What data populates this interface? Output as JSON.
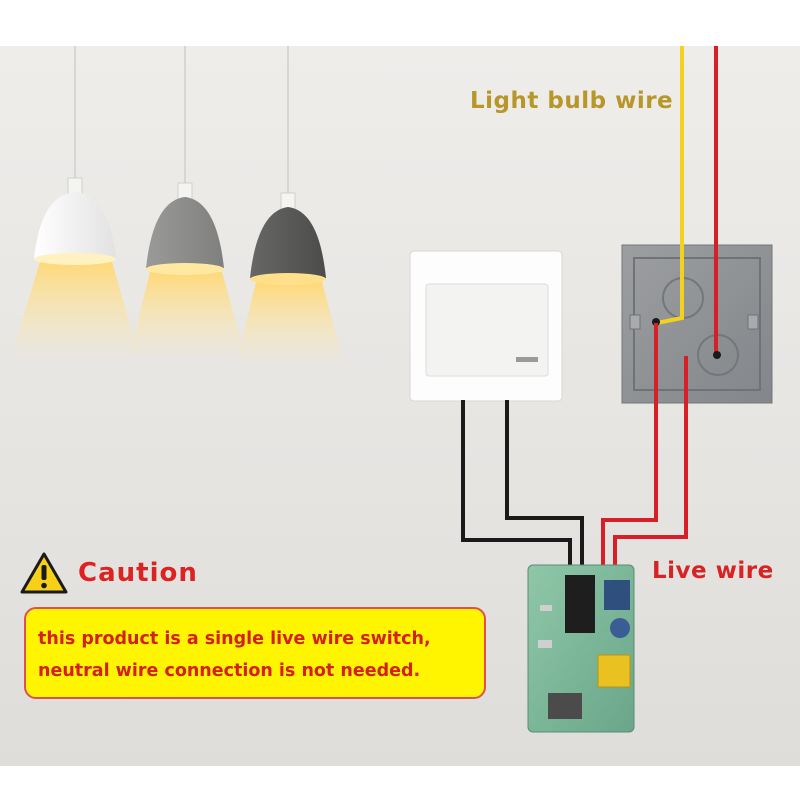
{
  "labels": {
    "light_bulb_wire": "Light bulb wire",
    "live_wire": "Live wire"
  },
  "caution": {
    "title": "Caution",
    "lines": [
      "this product is a single live wire switch,",
      "neutral wire connection is not needed."
    ]
  },
  "icons": {
    "warning": "warning-triangle-icon"
  },
  "colors": {
    "yellow_wire": "#f2d21c",
    "red_wire": "#d61f26",
    "black_wire": "#1a1a1a",
    "caution_fill": "#fff500",
    "caution_text": "#d42020",
    "bulb_label": "#b7962a"
  }
}
